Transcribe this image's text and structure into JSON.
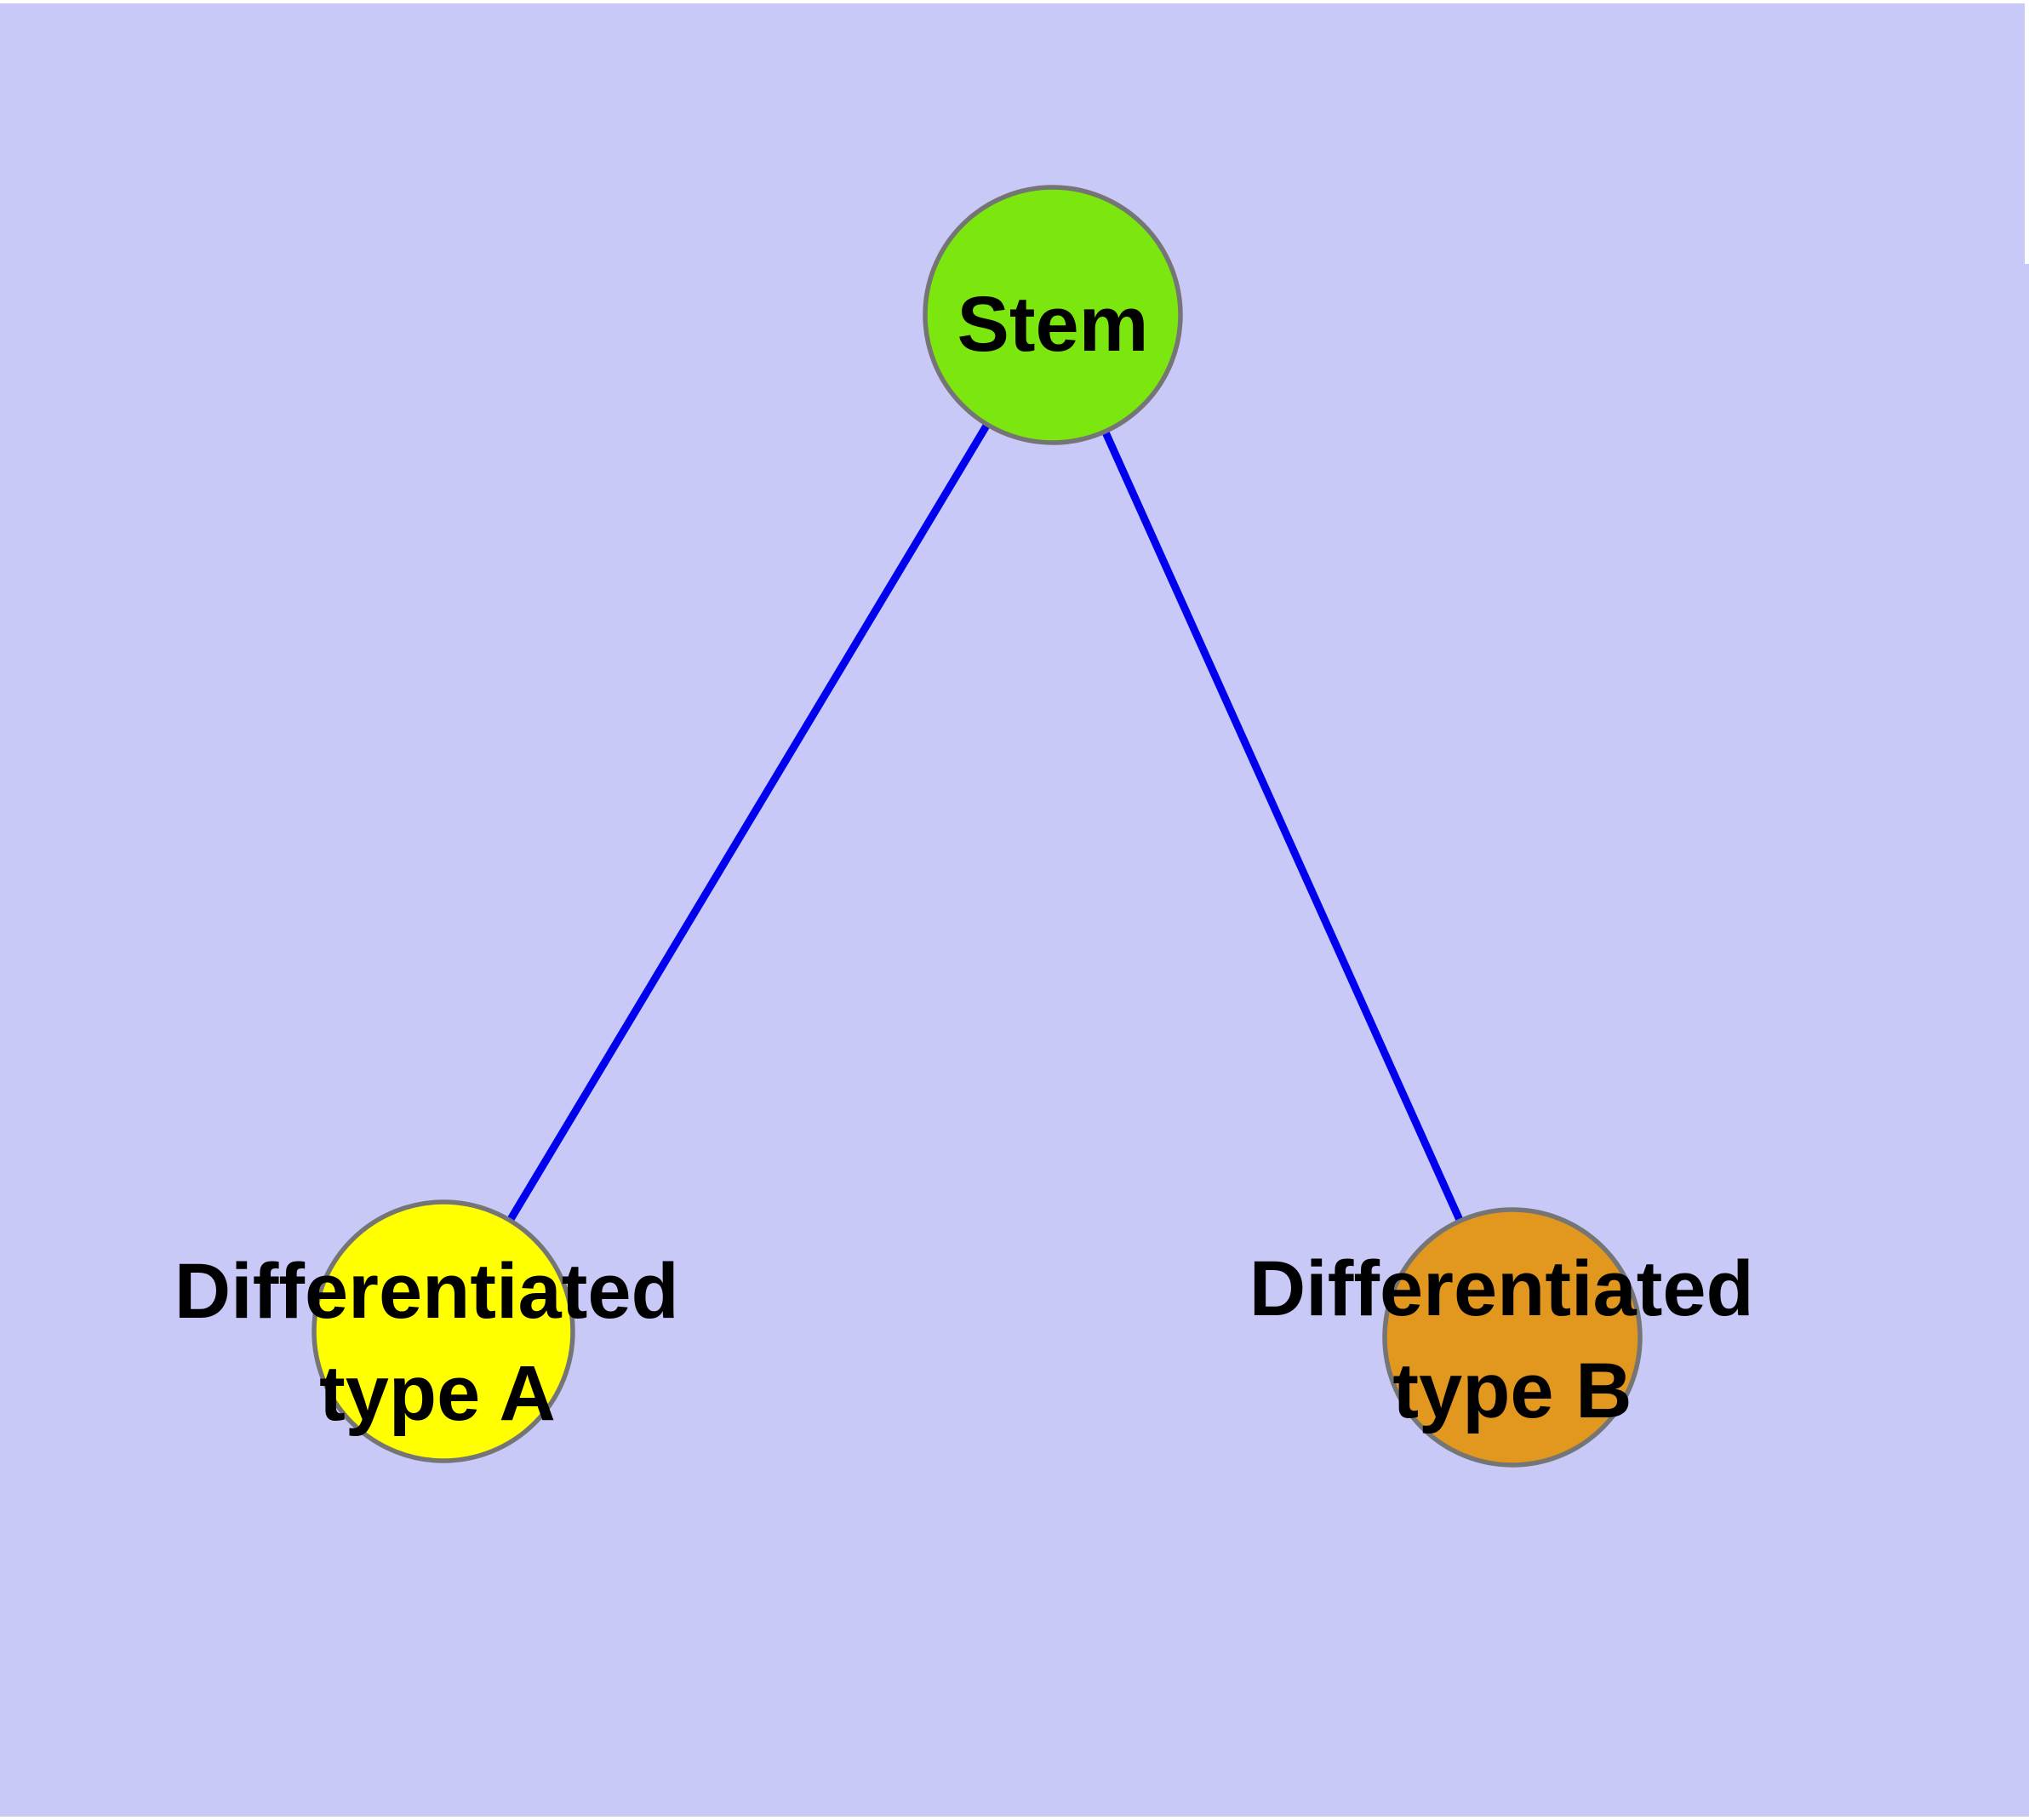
{
  "graph": {
    "background_color": "#C9C9F7",
    "frame_color": "#FFFFFF",
    "edge_color": "#0000EE",
    "node_border_color": "#757575",
    "label_color": "#000000",
    "nodes": [
      {
        "id": "stem",
        "label": "Stem",
        "fill": "#7CE70E"
      },
      {
        "id": "differentiated-type-a",
        "label_lines": [
          "Differentiated",
          "type A"
        ],
        "fill": "#FFFF00"
      },
      {
        "id": "differentiated-type-b",
        "label_lines": [
          "Differentiated",
          "type B"
        ],
        "fill": "#E2981F"
      }
    ],
    "edges": [
      {
        "from": "stem",
        "to": "differentiated-type-a"
      },
      {
        "from": "stem",
        "to": "differentiated-type-b"
      }
    ]
  }
}
